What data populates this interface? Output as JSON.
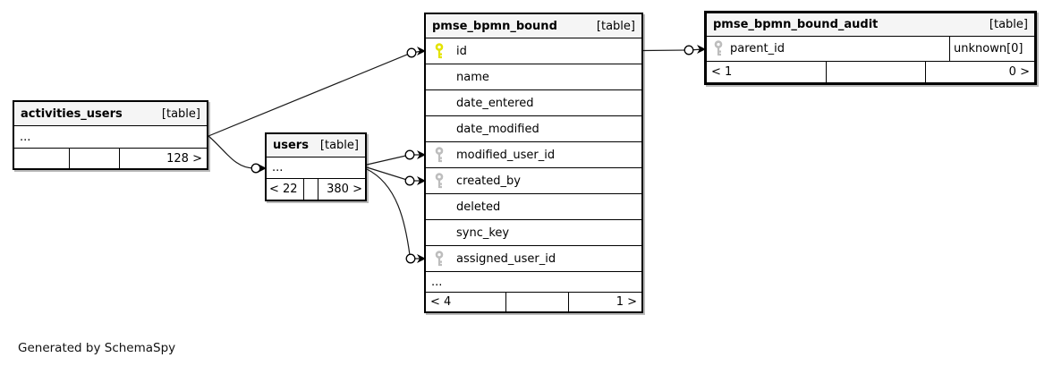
{
  "page": {
    "footer_note": "Generated by SchemaSpy"
  },
  "colors": {
    "header_bg": "#f5f5f5",
    "table_border": "#000000",
    "primary_key": "#e3e300",
    "foreign_key": "#bdbdbd",
    "edge": "#1a1a1a"
  },
  "tables": {
    "activities_users": {
      "name": "activities_users",
      "type": "[table]",
      "ellipsis": "...",
      "stats": {
        "left": "",
        "mid": "",
        "right": "128 >"
      }
    },
    "users": {
      "name": "users",
      "type": "[table]",
      "ellipsis": "...",
      "stats": {
        "left": "< 22",
        "mid": "",
        "right": "380 >"
      }
    },
    "pmse_bpmn_bound": {
      "name": "pmse_bpmn_bound",
      "type": "[table]",
      "columns": [
        {
          "name": "id",
          "key": "primary"
        },
        {
          "name": "name",
          "key": "none"
        },
        {
          "name": "date_entered",
          "key": "none"
        },
        {
          "name": "date_modified",
          "key": "none"
        },
        {
          "name": "modified_user_id",
          "key": "foreign"
        },
        {
          "name": "created_by",
          "key": "foreign"
        },
        {
          "name": "deleted",
          "key": "none"
        },
        {
          "name": "sync_key",
          "key": "none"
        },
        {
          "name": "assigned_user_id",
          "key": "foreign"
        }
      ],
      "ellipsis": "...",
      "stats": {
        "left": "< 4",
        "mid": "",
        "right": "1 >"
      }
    },
    "pmse_bpmn_bound_audit": {
      "name": "pmse_bpmn_bound_audit",
      "type": "[table]",
      "columns": [
        {
          "name": "parent_id",
          "key": "foreign",
          "type_info": "unknown[0]"
        }
      ],
      "stats": {
        "left": "< 1",
        "mid": "",
        "right": "0 >"
      }
    }
  }
}
